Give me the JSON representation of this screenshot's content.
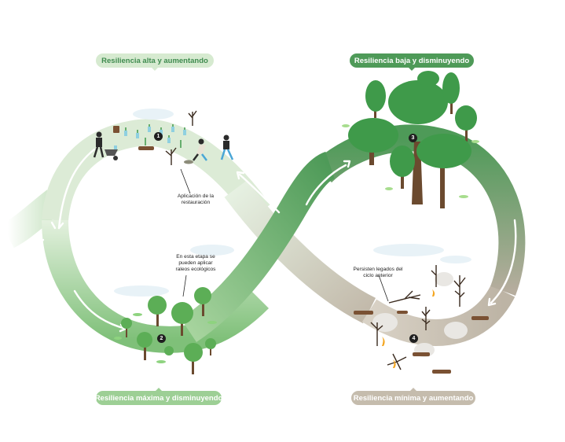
{
  "phases": {
    "top_left": "Resiliencia alta y aumentando",
    "top_right": "Resiliencia baja y disminuyendo",
    "bottom_left": "Resiliencia máxima y disminuyendo",
    "bottom_right": "Resiliencia mínima y aumentando"
  },
  "notes": {
    "restoration": "Aplicación de la restauración",
    "ecological_thinning": "En esta etapa se pueden aplicar raleos ecológicos",
    "legacies": "Persisten legados del ciclo anterior"
  },
  "steps": [
    "1",
    "2",
    "3",
    "4"
  ],
  "colors": {
    "band_light": "#d6ead0",
    "band_mid": "#8cc685",
    "band_dark": "#4e9a58",
    "band_grey": "#c5bcad",
    "tree_green": "#3f9a4a",
    "trunk": "#6b4a2f"
  }
}
